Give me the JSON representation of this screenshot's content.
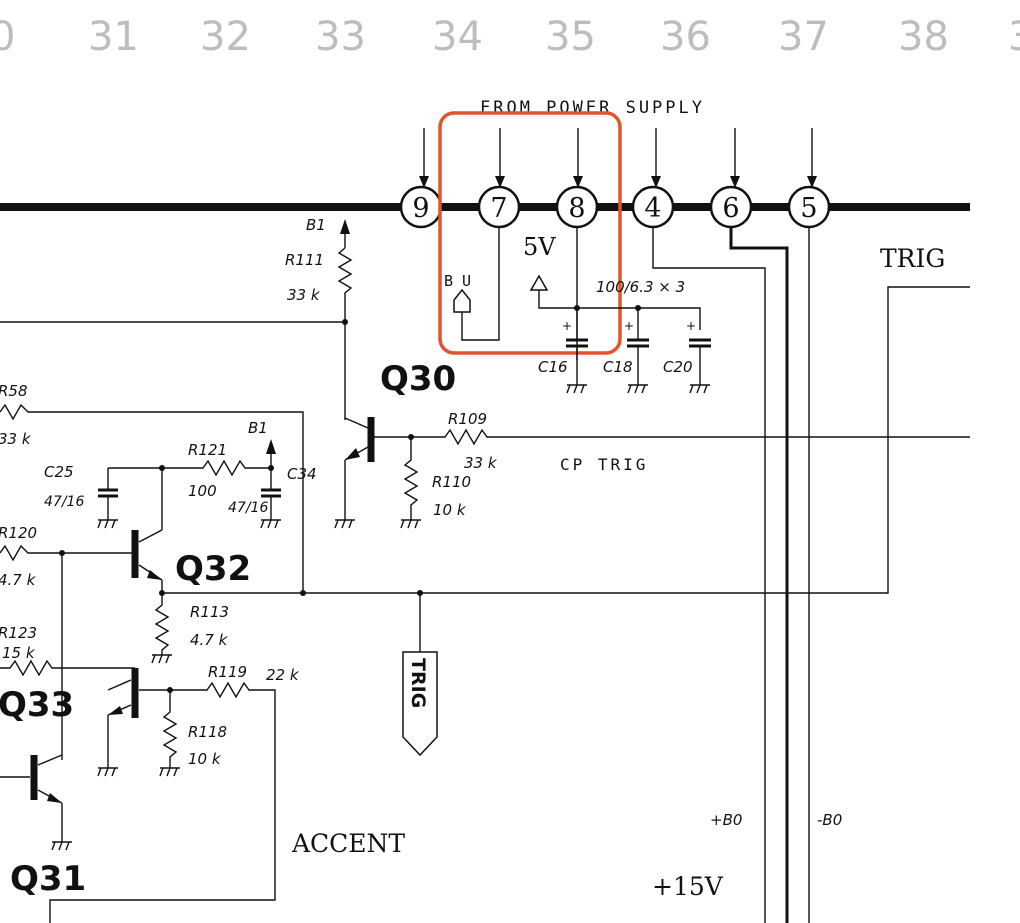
{
  "colors": {
    "ink": "#111111",
    "highlight": "#e0552f",
    "ruler": "#bdbdbd"
  },
  "ruler": [
    "0",
    "31",
    "32",
    "33",
    "34",
    "35",
    "36",
    "37",
    "38",
    "3"
  ],
  "header": {
    "from_power_supply": "FROM POWER SUPPLY"
  },
  "connectors": [
    "9",
    "7",
    "8",
    "4",
    "6",
    "5"
  ],
  "labels": {
    "trig_top": "TRIG",
    "bu": "B U",
    "five_v": "5V",
    "cap_spec": "100/6.3 × 3",
    "b1_top": "B1",
    "r111": "R111",
    "r111_val": "33 k",
    "c16": "C16",
    "c18": "C18",
    "c20": "C20",
    "q30": "Q30",
    "r58": "R58",
    "r58_val": "33 k",
    "r109": "R109",
    "r109_val": "33 k",
    "cp_trig": "CP TRIG",
    "r110": "R110",
    "r110_val": "10 k",
    "b1_mid": "B1",
    "r121": "R121",
    "r121_val": "100",
    "c25": "C25",
    "c25_val": "47/16",
    "c34": "C34",
    "c34_val": "47/16",
    "r120": "R120",
    "r120_val": "4.7 k",
    "q32": "Q32",
    "r113": "R113",
    "r113_val": "4.7 k",
    "r123": "R123",
    "r123_val": "15 k",
    "trig_tag": "TRIG",
    "r119": "R119",
    "r119_val": "22 k",
    "q33": "Q33",
    "r118": "R118",
    "r118_val": "10 k",
    "accent": "ACCENT",
    "plus_b0": "+B0",
    "minus_b0": "-B0",
    "plus_15v": "+15V",
    "q31": "Q31"
  }
}
